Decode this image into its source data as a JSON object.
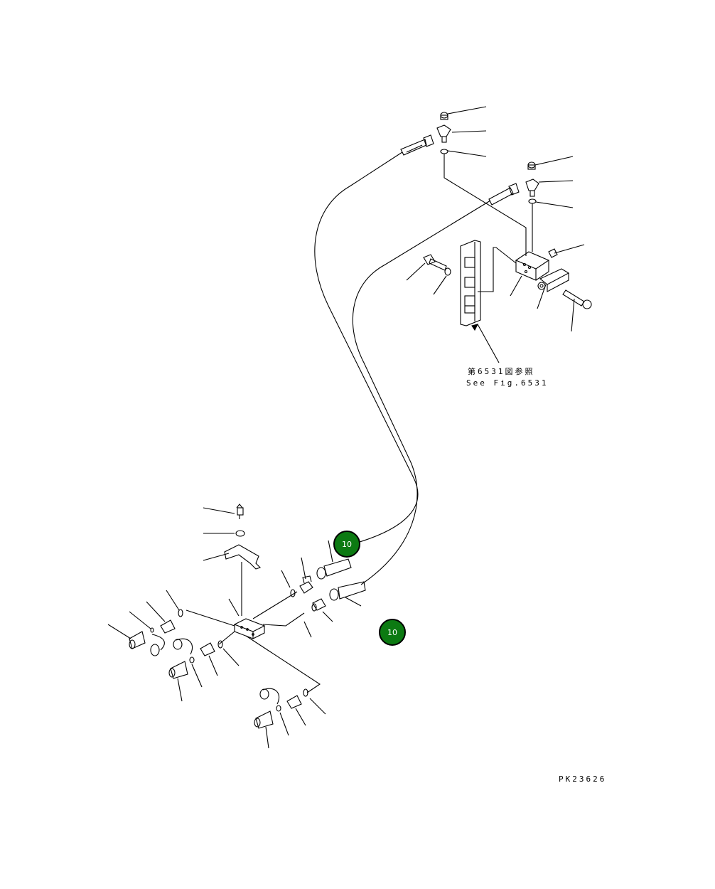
{
  "reference": {
    "jp": "第6531図参照",
    "en": "See Fig.6531"
  },
  "part_code": "PK23626",
  "badges": [
    "10",
    "10"
  ],
  "colors": {
    "badge_fill": "#0c7a12",
    "line": "#000000",
    "background": "#ffffff"
  }
}
